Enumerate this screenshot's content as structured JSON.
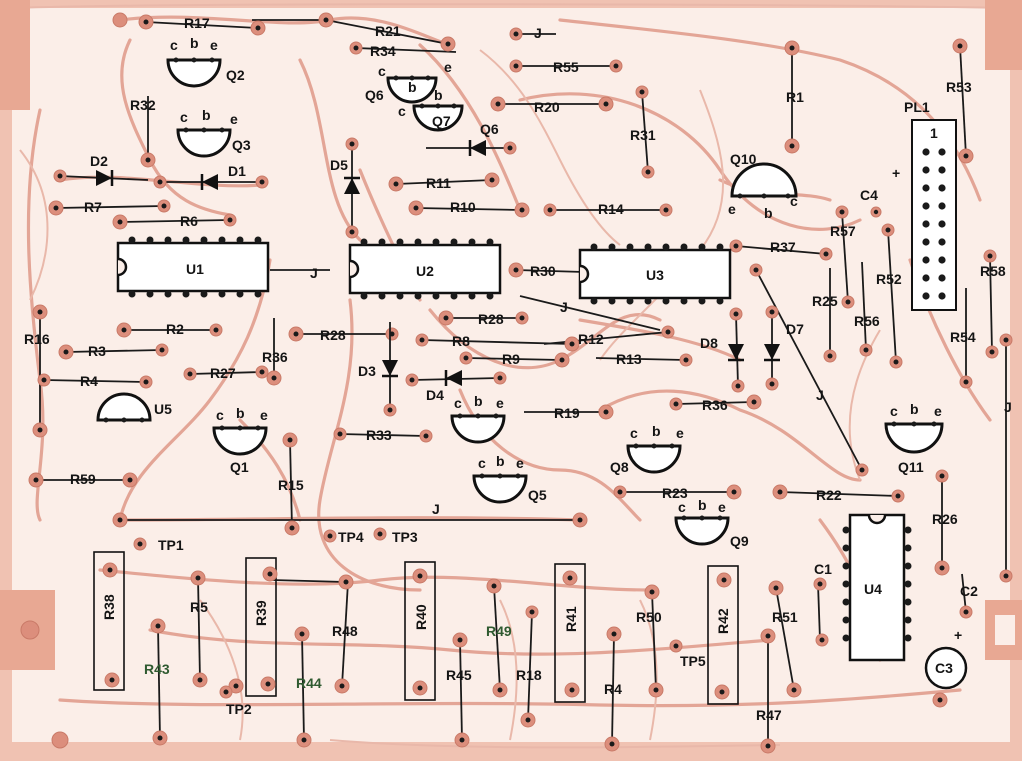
{
  "board": {
    "colors": {
      "substrate": "#fbeee8",
      "edge": "#e8a893",
      "trace": "#e3a596",
      "pad": "#dc8e7c",
      "ink": "#141414",
      "green_labels": "#2f5a30"
    }
  },
  "labels": {
    "R17": "R17",
    "R21": "R21",
    "J_top": "J",
    "R34": "R34",
    "R55": "R55",
    "Q2": "Q2",
    "Q6": "Q6",
    "Q7": "Q7",
    "Q6b": "Q6",
    "R20": "R20",
    "R1": "R1",
    "R53": "R53",
    "R32": "R32",
    "Q3": "Q3",
    "R31": "R31",
    "PL1": "PL1",
    "PL1_pin1": "1",
    "D2": "D2",
    "D1": "D1",
    "D5": "D5",
    "R11": "R11",
    "Q10": "Q10",
    "C4": "C4",
    "C4_plus": "+",
    "R7": "R7",
    "R10": "R10",
    "R14": "R14",
    "R6": "R6",
    "R57": "R57",
    "U1": "U1",
    "U2": "U2",
    "U3": "U3",
    "R30": "R30",
    "R37": "R37",
    "R52": "R52",
    "R58": "R58",
    "J_u1": "J",
    "R25": "R25",
    "R2": "R2",
    "R28a": "R28",
    "R28b": "R28",
    "J_mid": "J",
    "R56": "R56",
    "R54": "R54",
    "R16": "R16",
    "R36a": "R36",
    "R8": "R8",
    "R12": "R12",
    "D8": "D8",
    "D7": "D7",
    "R3": "R3",
    "R9": "R9",
    "R13": "R13",
    "R27": "R27",
    "D3": "D3",
    "D4": "D4",
    "R4": "R4",
    "J_right": "J",
    "J_far": "J",
    "U5": "U5",
    "R36b": "R36",
    "R19": "R19",
    "R33": "R33",
    "Q1": "Q1",
    "Q11": "Q11",
    "Q8": "Q8",
    "R59": "R59",
    "Q5": "Q5",
    "R15": "R15",
    "R23": "R23",
    "R22": "R22",
    "R26": "R26",
    "J_bottom": "J",
    "TP4": "TP4",
    "TP3": "TP3",
    "TP1": "TP1",
    "Q9": "Q9",
    "C1": "C1",
    "U4": "U4",
    "C2": "C2",
    "C3": "C3",
    "C3_plus": "+",
    "R38": "R38",
    "R5": "R5",
    "R39": "R39",
    "R48": "R48",
    "R40": "R40",
    "R49": "R49",
    "R41": "R41",
    "R50": "R50",
    "R42": "R42",
    "R51": "R51",
    "R43": "R43",
    "R44": "R44",
    "R45": "R45",
    "R18": "R18",
    "R4b": "R4",
    "TP5": "TP5",
    "TP2": "TP2",
    "R47": "R47"
  },
  "pin_letters": {
    "c": "c",
    "b": "b",
    "e": "e"
  }
}
